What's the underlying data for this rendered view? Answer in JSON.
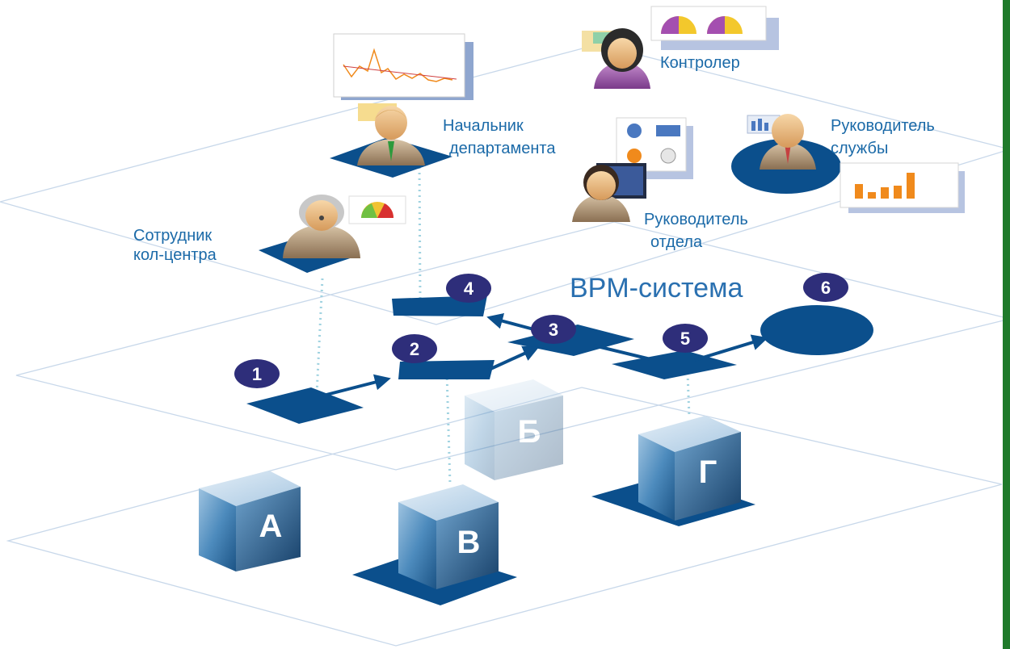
{
  "system_label": "BPM-система",
  "roles": {
    "call_center": [
      "Сотрудник",
      "кол-центра"
    ],
    "dept_head": [
      "Начальник",
      "департамента"
    ],
    "controller": [
      "Контролер"
    ],
    "division_head": [
      "Руководитель",
      "отдела"
    ],
    "service_head": [
      "Руководитель",
      "службы"
    ]
  },
  "steps": [
    "1",
    "2",
    "3",
    "4",
    "5",
    "6"
  ],
  "systems": [
    "А",
    "Б",
    "В",
    "Г"
  ],
  "colors": {
    "node": "#0b4f8c",
    "badge": "#2e2e7a",
    "label": "#1b6aa8",
    "plane": "#b9cde3",
    "dotted": "#9fd2e0",
    "cube_light": "#8fb7d8",
    "cube_dark": "#1f5a8c"
  }
}
